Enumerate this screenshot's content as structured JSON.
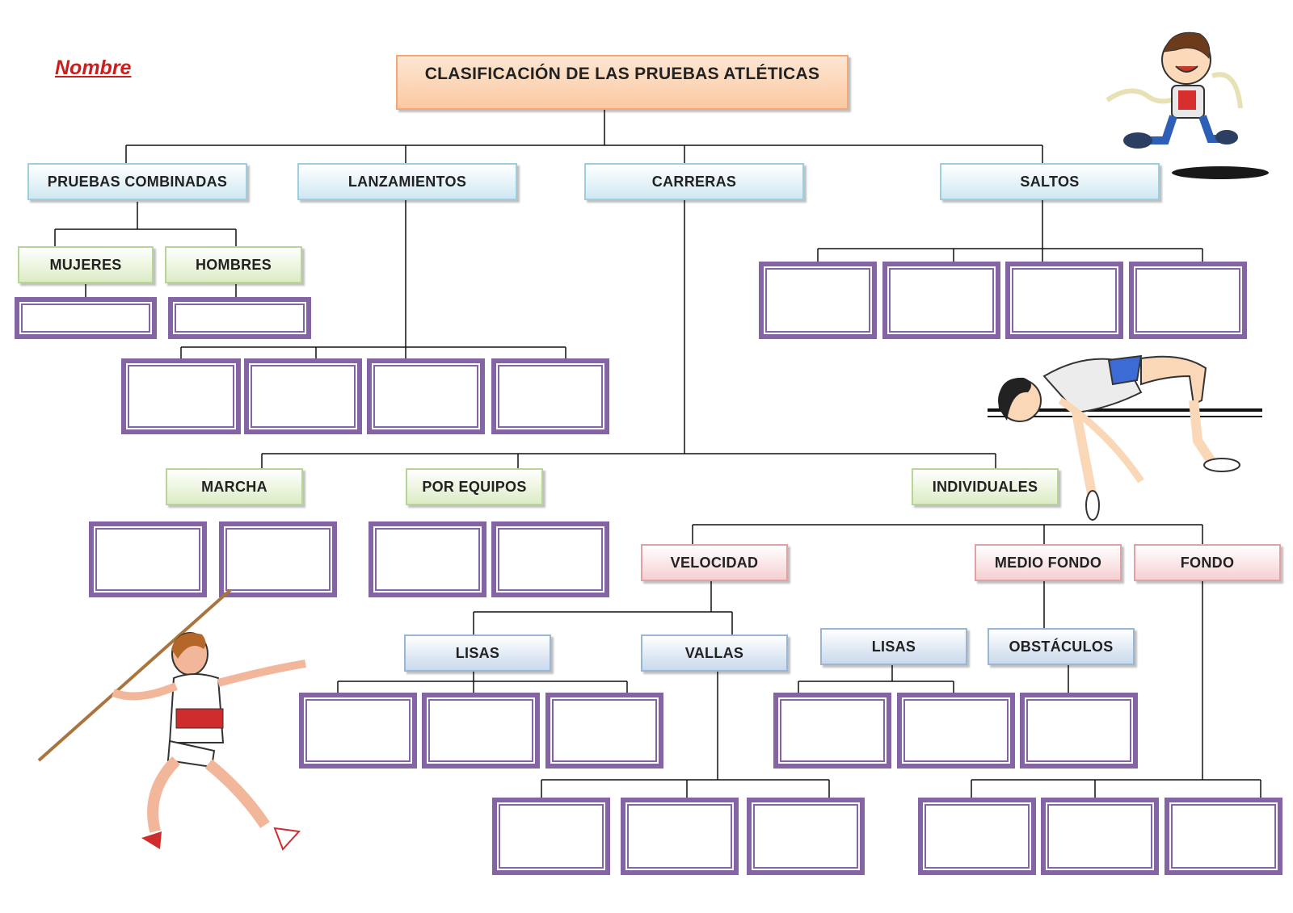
{
  "header": {
    "name_label": "Nombre"
  },
  "title": "CLASIFICACIÓN DE LAS PRUEBAS ATLÉTICAS",
  "categories": {
    "combinadas": "PRUEBAS COMBINADAS",
    "lanzamientos": "LANZAMIENTOS",
    "carreras": "CARRERAS",
    "saltos": "SALTOS"
  },
  "combinadas": {
    "mujeres": "MUJERES",
    "hombres": "HOMBRES"
  },
  "carreras": {
    "marcha": "MARCHA",
    "equipos": "POR EQUIPOS",
    "individuales": "INDIVIDUALES"
  },
  "individuales": {
    "velocidad": "VELOCIDAD",
    "medio_fondo": "MEDIO FONDO",
    "fondo": "FONDO"
  },
  "velocidad": {
    "lisas": "LISAS",
    "vallas": "VALLAS"
  },
  "medio_fondo": {
    "lisas": "LISAS",
    "obstaculos": "OBSTÁCULOS"
  },
  "colors": {
    "box_border": "#8464a5",
    "title_fill": "#fbc9a2",
    "name_color": "#d11b1b"
  }
}
